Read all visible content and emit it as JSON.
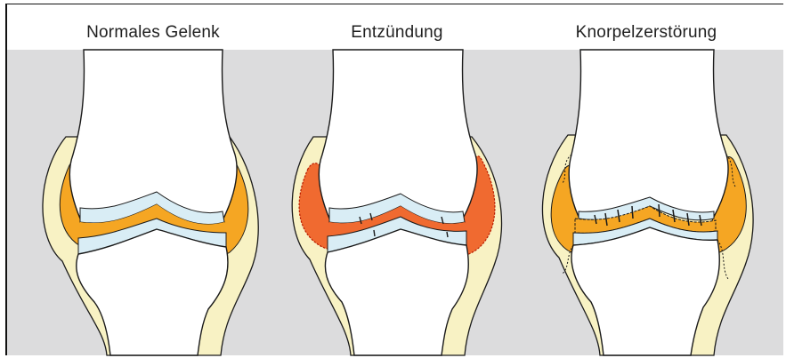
{
  "panels": [
    {
      "title": "Normales Gelenk"
    },
    {
      "title": "Entzündung"
    },
    {
      "title": "Knorpelzerstörung"
    }
  ],
  "colors": {
    "background_band": "#dcdcdd",
    "bone": "#ffffff",
    "cartilage": "#d9edf5",
    "capsule": "#f8f2c4",
    "synovial_fluid": "#f5a623",
    "inflamed_synovium": "#f06a30",
    "outline": "#1a1a1a"
  }
}
